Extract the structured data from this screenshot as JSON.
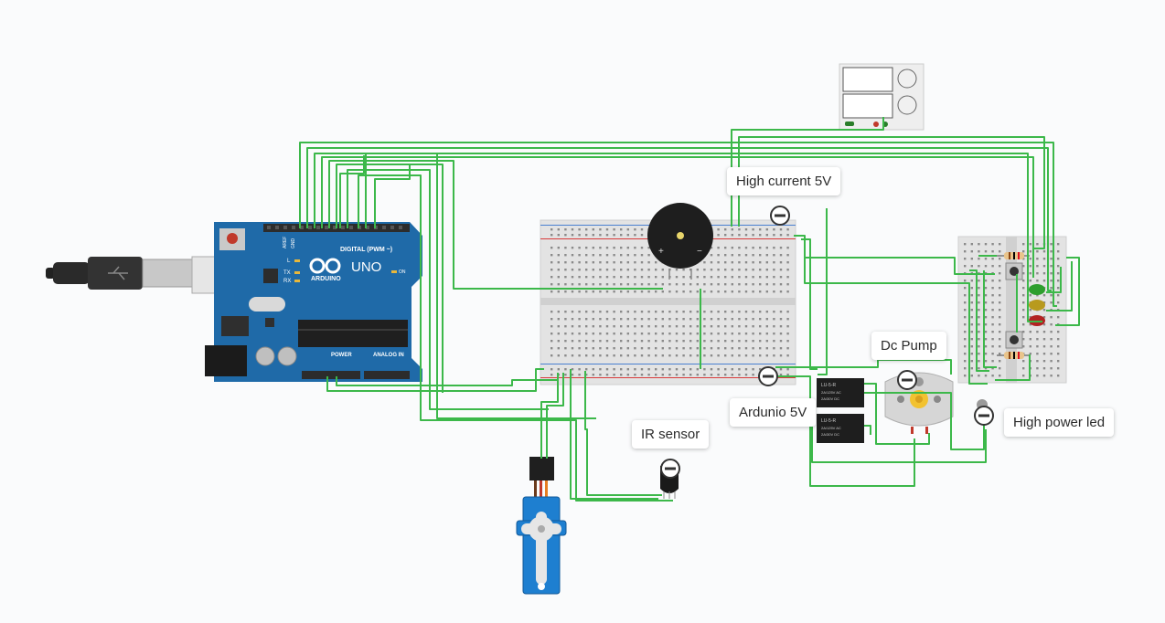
{
  "arduino": {
    "brand": "ARDUINO",
    "model": "UNO",
    "digital_label": "DIGITAL (PWM ~)",
    "power_label": "POWER",
    "analog_label": "ANALOG IN",
    "on_label": "ON",
    "l_label": "L",
    "tx_label": "TX",
    "rx_label": "RX",
    "aref_label": "AREF",
    "gnd_label": "GND"
  },
  "annotations": {
    "high_current": "High current 5V",
    "arduino_5v": "Ardunio 5V",
    "dc_pump": "Dc Pump",
    "high_power_led": "High power led",
    "ir_sensor": "IR sensor"
  },
  "relay": {
    "model": "LU-5-R",
    "line1": "2A/125V AC",
    "line2": "2A/30V DC"
  },
  "colors": {
    "wire": "#3cb84a",
    "arduino_board": "#1f6aa8",
    "led_green": "#2e9e2e",
    "led_yellow": "#b89a1e",
    "led_red": "#b22222"
  }
}
